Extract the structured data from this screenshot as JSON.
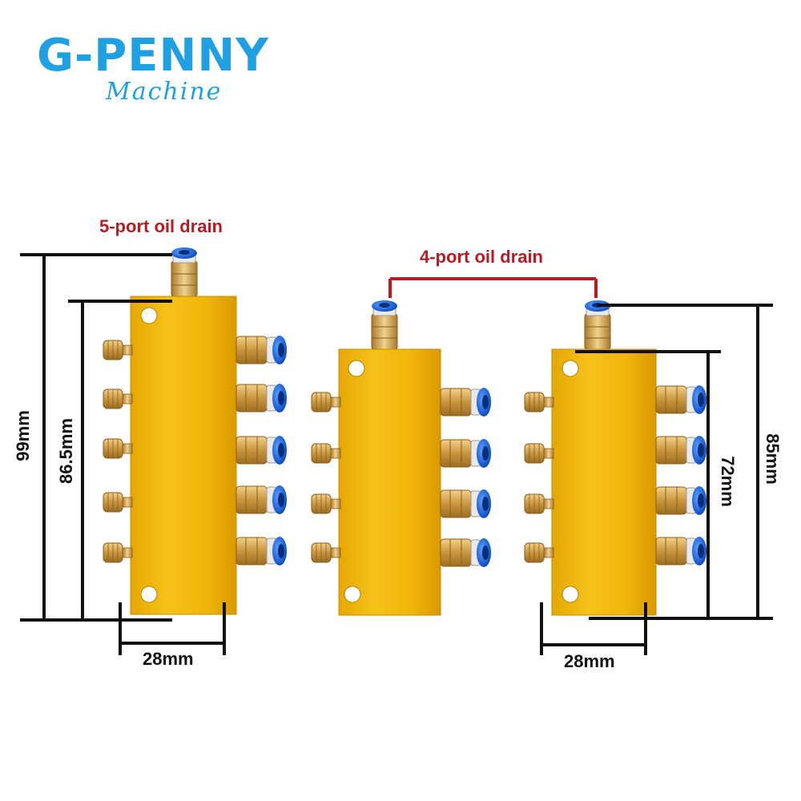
{
  "brand": {
    "name": "G-PENNY",
    "subtitle": "Machine",
    "color": "#1fa0e2"
  },
  "labels": {
    "five_port": "5-port oil drain",
    "four_port": "4-port oil drain",
    "color": "#b81c22"
  },
  "dimensions": {
    "left_total_height": "99mm",
    "left_body_height": "86.5mm",
    "left_width": "28mm",
    "right_total_height": "85mm",
    "right_body_height": "72mm",
    "right_width": "28mm"
  },
  "colors": {
    "block": "#f0b400",
    "brass": "#d1a34c",
    "fitting_blue": "#1a5fd6",
    "dim_lines": "#111111"
  },
  "icons": [
    "oil-distributor-block-icon",
    "push-fitting-icon",
    "brass-screw-icon"
  ]
}
